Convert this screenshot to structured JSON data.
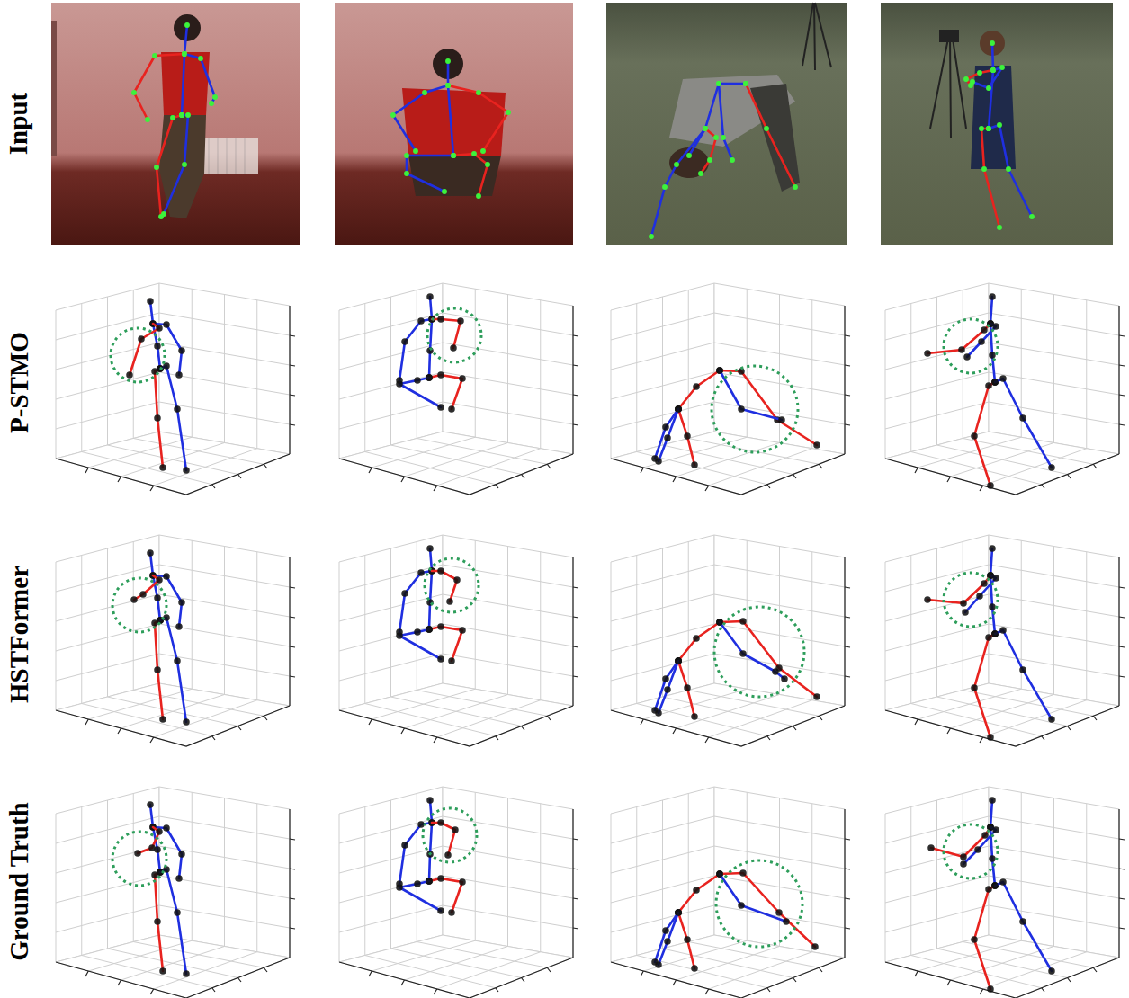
{
  "diagram": {
    "labels": [
      "Input",
      "P-STMO",
      "HSTFormer",
      "Ground Truth"
    ]
  }
}
